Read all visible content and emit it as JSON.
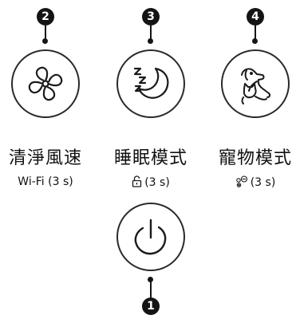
{
  "buttons": [
    {
      "number": "2",
      "label": "清淨風速",
      "sub_text": "Wi-Fi (3 s)",
      "icon": "fan-icon"
    },
    {
      "number": "3",
      "label": "睡眠模式",
      "sub_text": "(3 s)",
      "sub_icon": "lock-icon",
      "icon": "sleep-moon-icon"
    },
    {
      "number": "4",
      "label": "寵物模式",
      "sub_text": "(3 s)",
      "sub_icon": "filter-dots-icon",
      "icon": "pet-icon"
    },
    {
      "number": "1",
      "icon": "power-icon"
    }
  ],
  "colors": {
    "line": "#141414",
    "ring": "#2a2a2a",
    "background": "#ffffff"
  }
}
